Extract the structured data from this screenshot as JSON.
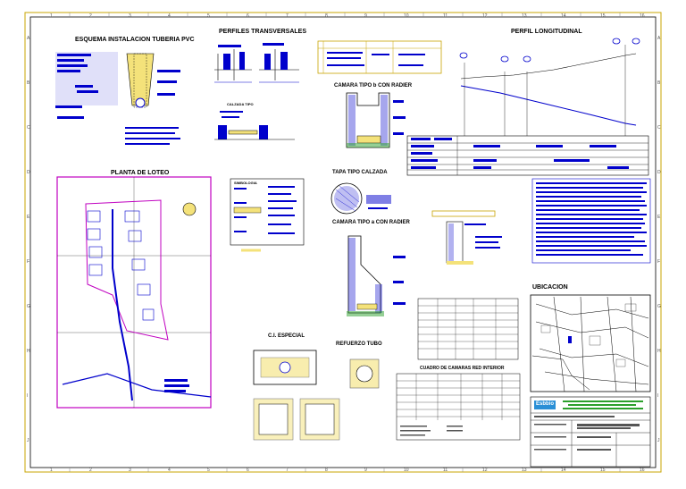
{
  "sheet": {
    "border_color": "#c8a400",
    "line_color": "#0000cc",
    "text_color": "#000000"
  },
  "ruler": {
    "top": [
      "1",
      "2",
      "3",
      "4",
      "5",
      "6",
      "7",
      "8",
      "9",
      "10",
      "11",
      "12",
      "13",
      "14",
      "15",
      "16"
    ],
    "side": [
      "A",
      "B",
      "C",
      "D",
      "E",
      "F",
      "G",
      "H",
      "I",
      "J"
    ]
  },
  "titles": {
    "esquema": "ESQUEMA INSTALACION TUBERIA PVC",
    "perfiles": "PERFILES TRANSVERSALES",
    "perfil_longitudinal": "PERFIL LONGITUDINAL",
    "camara_radier": "CAMARA TIPO b CON RADIER",
    "planta": "PLANTA DE LOTEO",
    "tapa": "TAPA TIPO CALZADA",
    "camara_a": "CAMARA TIPO a CON RADIER",
    "ci_especial": "C.I. ESPECIAL",
    "refuerzo": "REFUERZO TUBO",
    "cuadro_camaras": "CUADRO DE CAMARAS RED INTERIOR",
    "ubicacion": "UBICACION",
    "tipo_calzada": "CALZADA TIPO",
    "simbologia": "SIMBOLOGIA"
  },
  "title_block": {
    "logo": "Esbbio"
  }
}
